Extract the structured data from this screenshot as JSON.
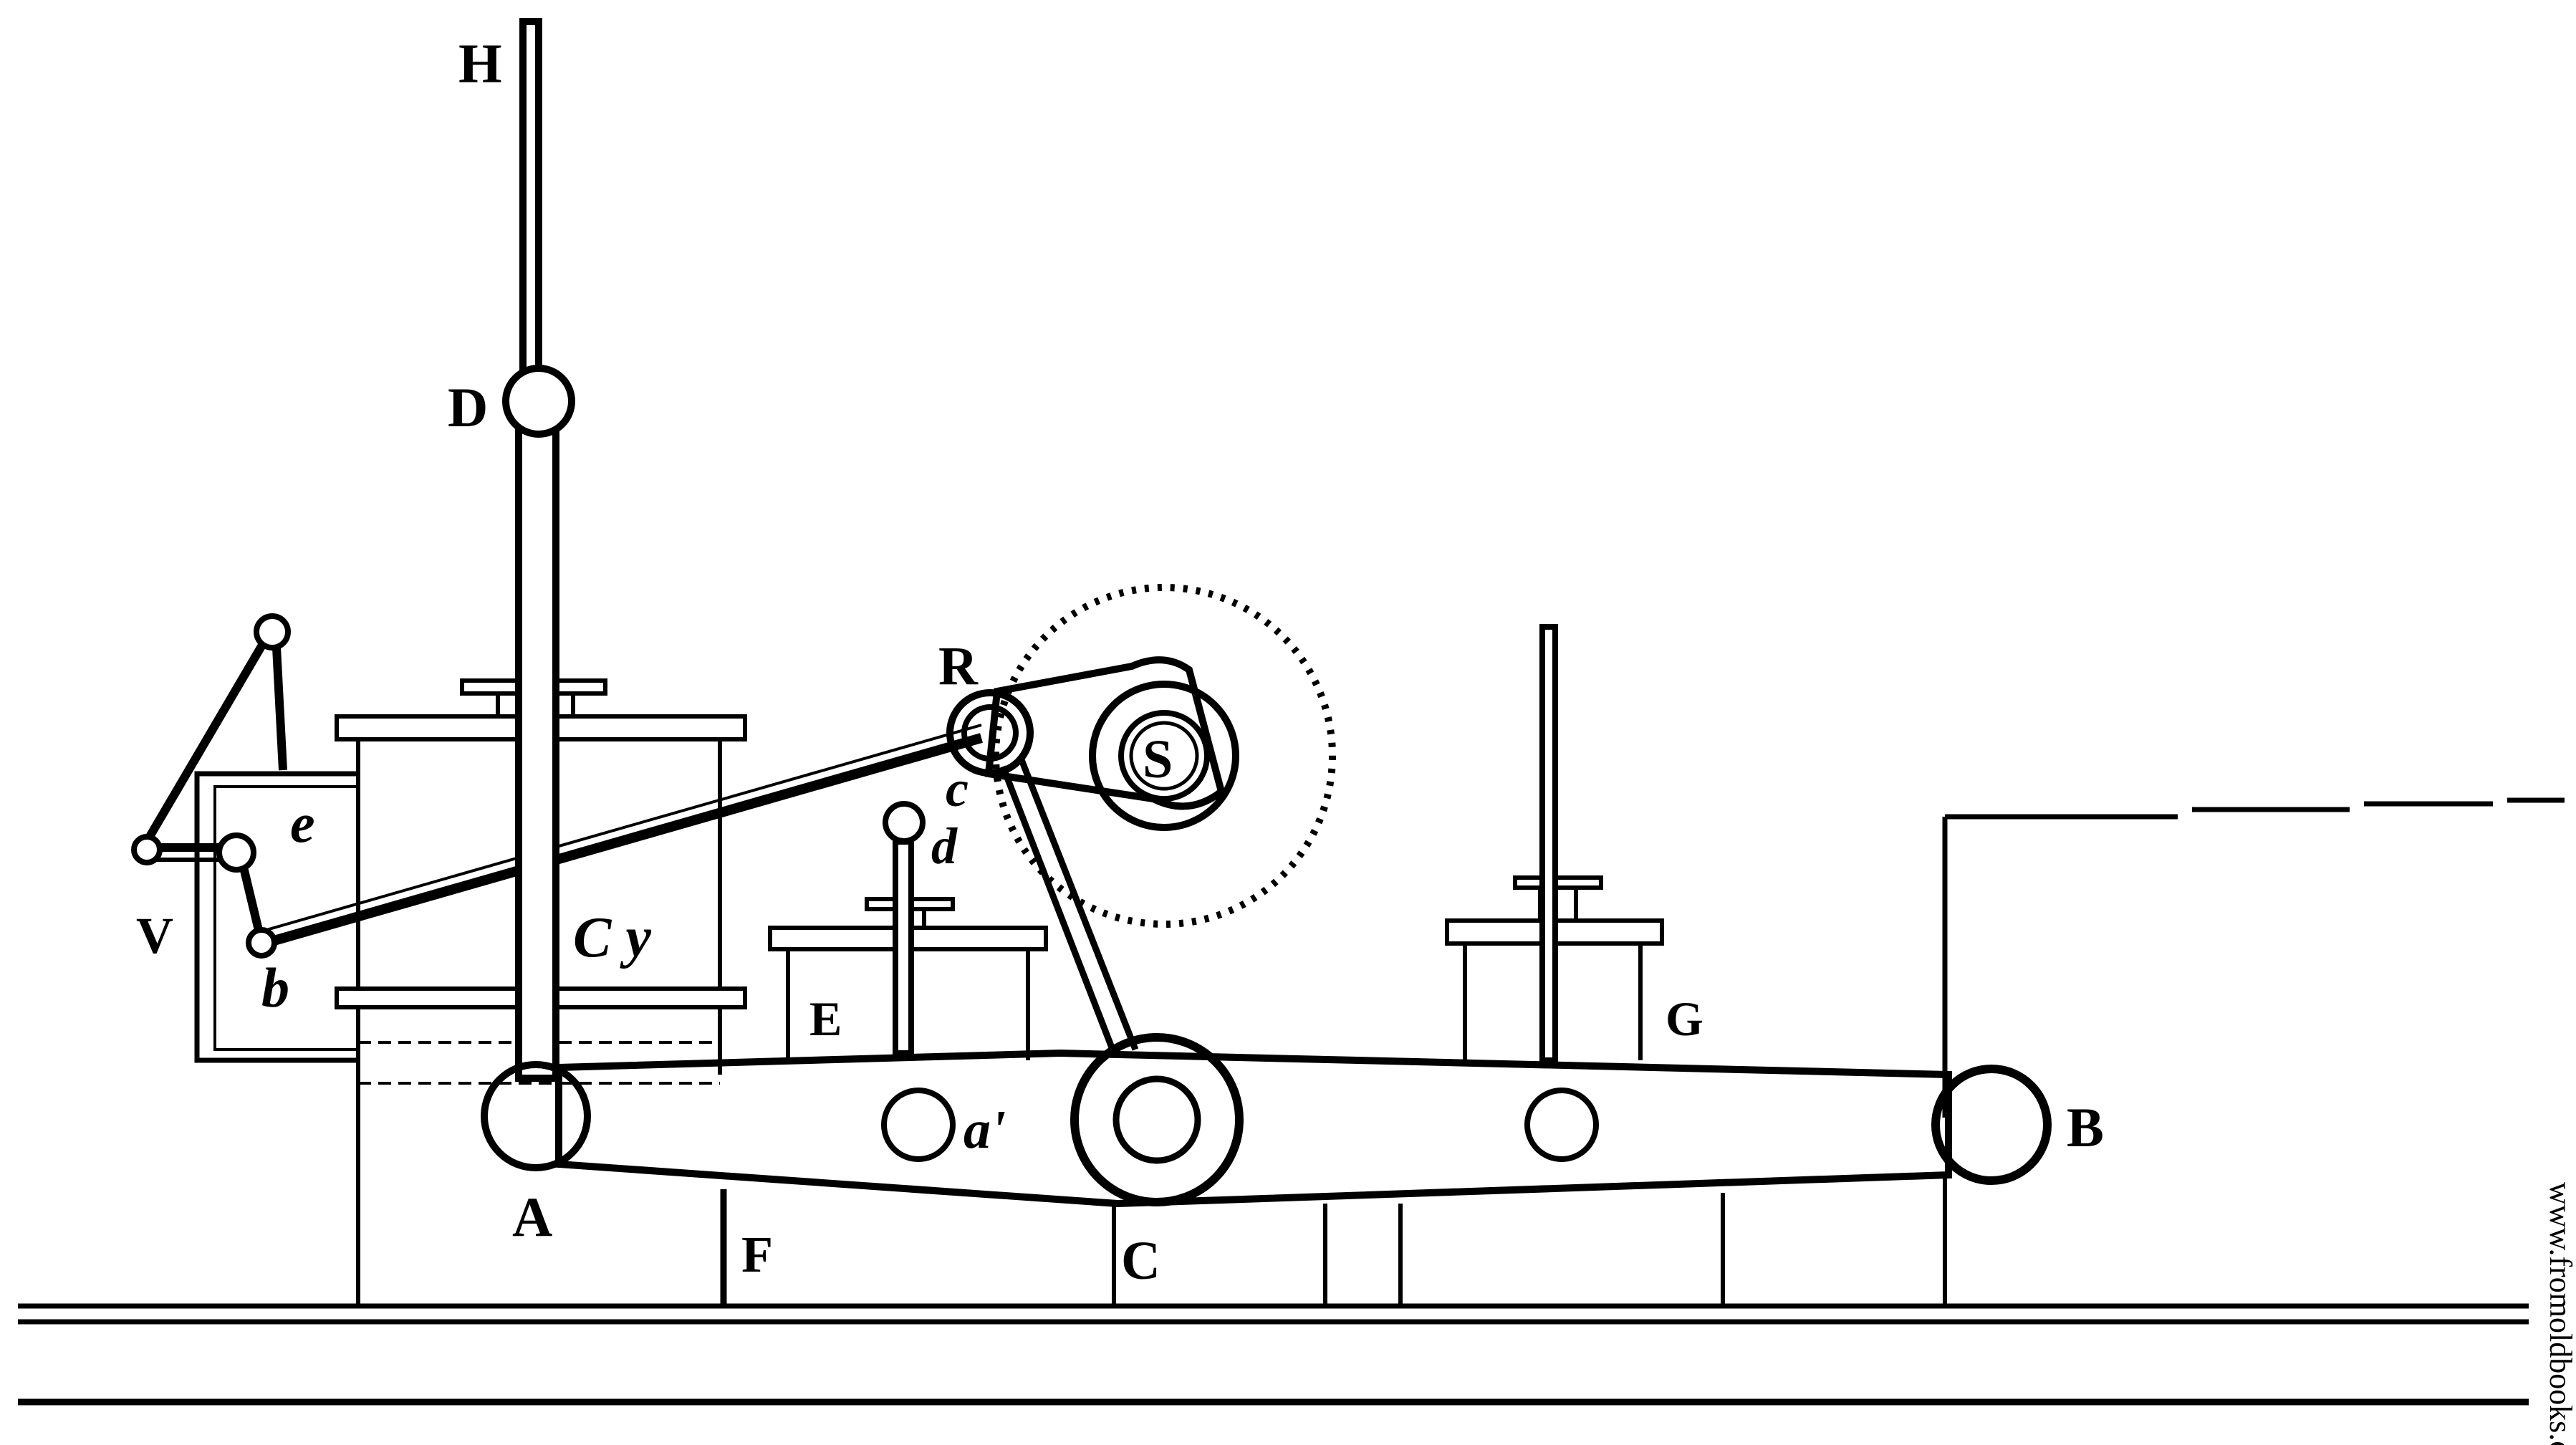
{
  "labels": {
    "H": "H",
    "D": "D",
    "R": "R",
    "S": "S",
    "c": "c",
    "d": "d",
    "e": "e",
    "V": "V",
    "b": "b",
    "Cy": "C y",
    "E": "E",
    "G": "G",
    "A": "A",
    "a": "a'",
    "B": "B",
    "F": "F",
    "C": "C"
  },
  "watermark": "www.fromoldbooks.org",
  "colors": {
    "ink": "#000000",
    "paper": "#ffffff"
  }
}
